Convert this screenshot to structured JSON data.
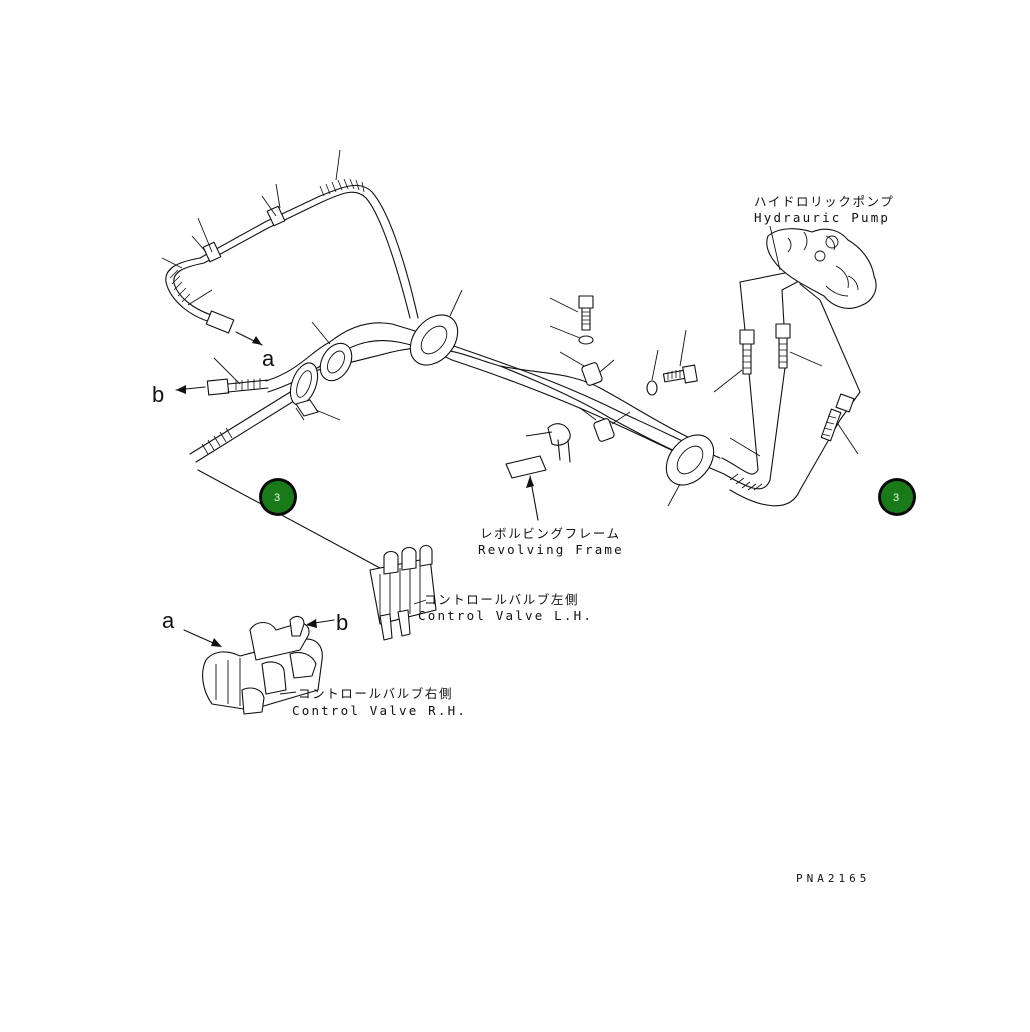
{
  "labels": {
    "pump_jp": "ハイドロリックポンプ",
    "pump_en": "Hydrauric Pump",
    "frame_jp": "レボルビングフレーム",
    "frame_en": "Revolving Frame",
    "valve_lh_jp": "コントロールバルブ左側",
    "valve_lh_en": "Control Valve L.H.",
    "valve_rh_jp": "コントロールバルブ右側",
    "valve_rh_en": "Control Valve R.H."
  },
  "arrow_labels": {
    "a_top": "a",
    "b_top": "b",
    "a_bottom": "a",
    "b_bottom": "b"
  },
  "callouts": [
    {
      "name": "callout-left",
      "number": "3"
    },
    {
      "name": "callout-right",
      "number": "3"
    }
  ],
  "drawing_code": "PNA2165",
  "colors": {
    "callout_fill": "#1a7a1a",
    "callout_ring": "#0a0a0a",
    "line": "#111111"
  }
}
